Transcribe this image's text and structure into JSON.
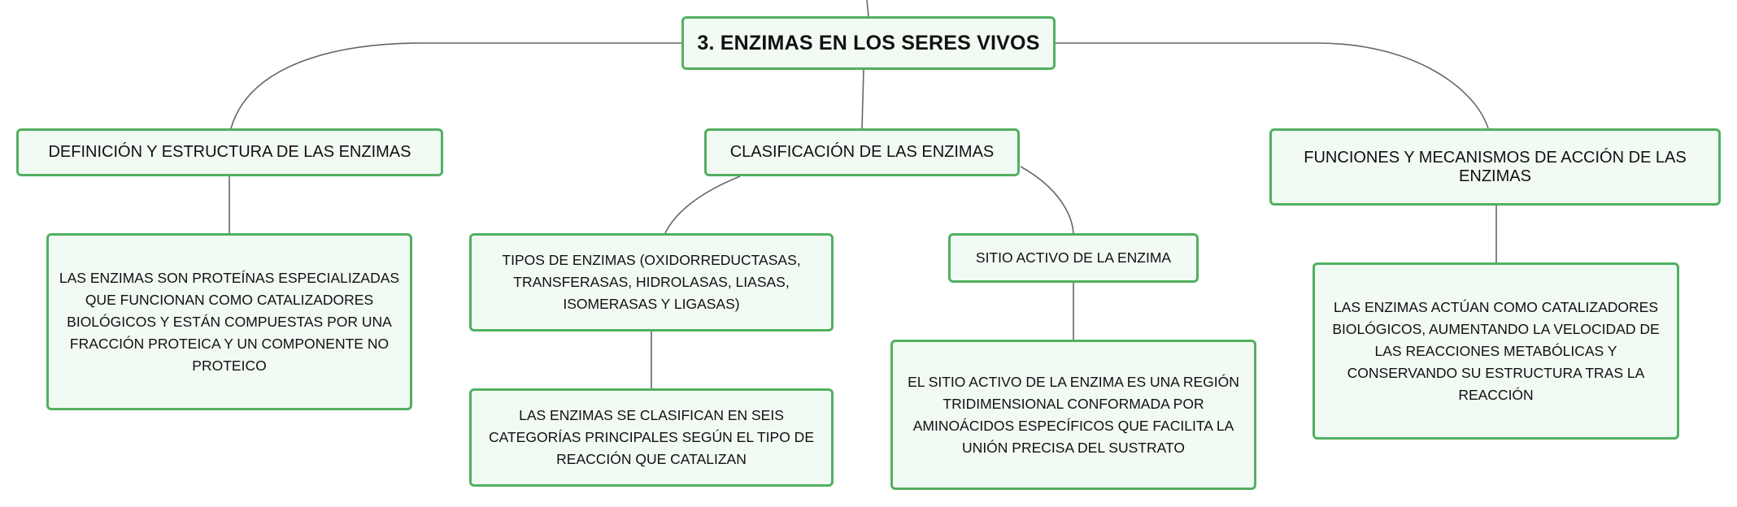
{
  "root": {
    "label": "3. ENZIMAS EN LOS SERES VIVOS"
  },
  "branches": {
    "definicion": {
      "label": "DEFINICIÓN Y ESTRUCTURA DE LAS ENZIMAS",
      "detail": "LAS ENZIMAS SON PROTEÍNAS ESPECIALIZADAS QUE FUNCIONAN COMO CATALIZADORES BIOLÓGICOS Y ESTÁN COMPUESTAS POR UNA FRACCIÓN PROTEICA Y UN COMPONENTE NO PROTEICO"
    },
    "clasificacion": {
      "label": "CLASIFICACIÓN DE LAS ENZIMAS",
      "tipos": {
        "label": "TIPOS DE ENZIMAS (OXIDORREDUCTASAS, TRANSFERASAS, HIDROLASAS, LIASAS, ISOMERASAS Y LIGASAS)",
        "detail": "LAS ENZIMAS SE CLASIFICAN EN SEIS CATEGORÍAS PRINCIPALES SEGÚN EL TIPO DE REACCIÓN QUE CATALIZAN"
      },
      "sitio": {
        "label": "SITIO ACTIVO DE LA ENZIMA",
        "detail": "EL SITIO ACTIVO DE LA ENZIMA ES UNA REGIÓN TRIDIMENSIONAL CONFORMADA POR AMINOÁCIDOS ESPECÍFICOS QUE FACILITA LA UNIÓN PRECISA DEL SUSTRATO"
      }
    },
    "funciones": {
      "label": "FUNCIONES Y MECANISMOS DE ACCIÓN DE LAS ENZIMAS",
      "detail": "LAS ENZIMAS ACTÚAN COMO CATALIZADORES BIOLÓGICOS, AUMENTANDO LA VELOCIDAD DE LAS REACCIONES METABÓLICAS Y CONSERVANDO SU ESTRUCTURA TRAS LA REACCIÓN"
    }
  },
  "colors": {
    "node_border": "#52b060",
    "node_fill": "#f2faf4",
    "connector": "#666666"
  }
}
